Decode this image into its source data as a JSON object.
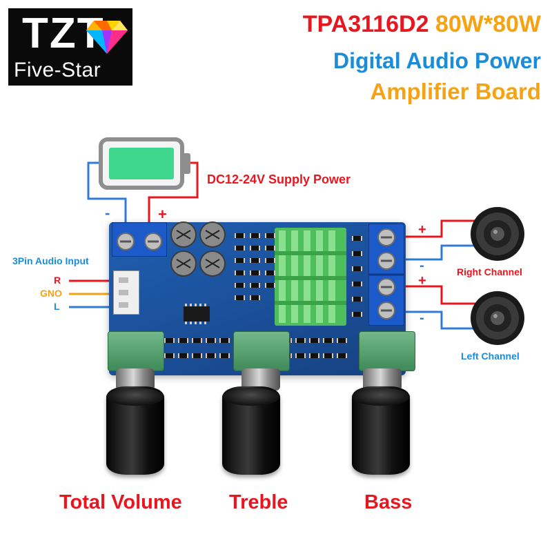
{
  "logo": {
    "brand": "TZT",
    "subbrand": "Five-Star",
    "icon": "diamond-icon"
  },
  "title": {
    "model": "TPA3116D2",
    "power": "80W*80W",
    "line2": "Digital Audio Power",
    "line3": "Amplifier Board"
  },
  "labels": {
    "supply": "DC12-24V Supply Power",
    "supply_minus": "-",
    "supply_plus": "+",
    "audio_input": "3Pin Audio Input",
    "pin_r": "R",
    "pin_gno": "GNO",
    "pin_l": "L",
    "right_channel": "Right Channel",
    "left_channel": "Left Channel",
    "right_plus": "+",
    "right_minus": "-",
    "left_plus": "+",
    "left_minus": "-"
  },
  "knobs": [
    "Total Volume",
    "Treble",
    "Bass"
  ],
  "colors": {
    "red": "#e8171f",
    "blue": "#1a8cd8",
    "orange": "#f5a313",
    "wire_blue": "#2f7bd6",
    "wire_red": "#e8171f",
    "battery_green": "#3fd68e",
    "heatsink_green": "#5fd06a"
  }
}
